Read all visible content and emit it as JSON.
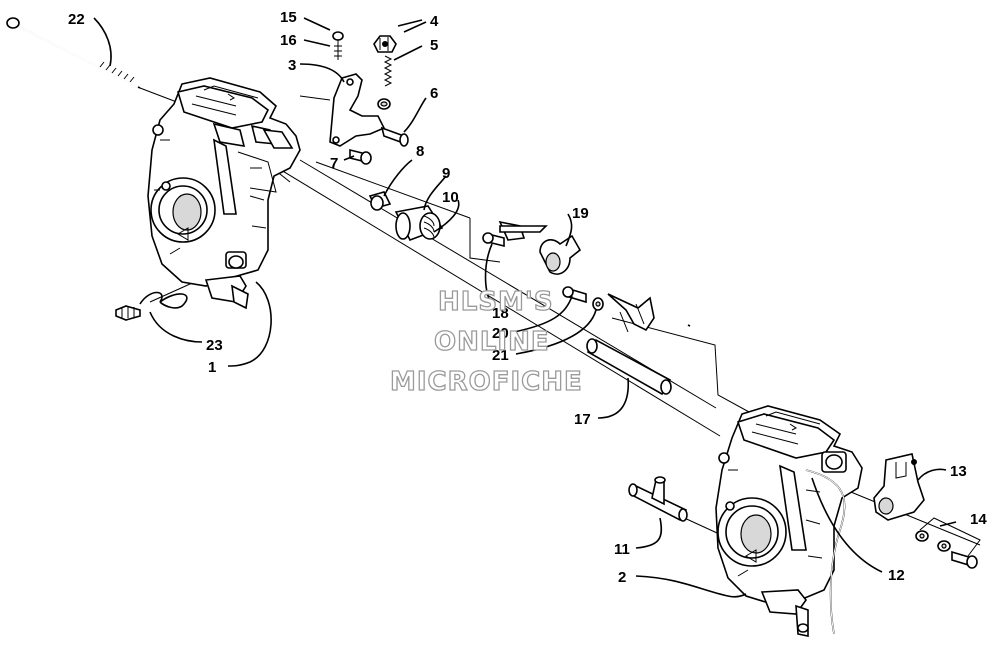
{
  "diagram": {
    "callouts": [
      "1",
      "2",
      "3",
      "4",
      "5",
      "6",
      "7",
      "8",
      "9",
      "10",
      "11",
      "12",
      "13",
      "14",
      "15",
      "16",
      "17",
      "18",
      "19",
      "20",
      "21",
      "22",
      "23"
    ],
    "watermark": [
      "HLSM'S",
      "ONLINE",
      "MICROFICHE"
    ]
  }
}
